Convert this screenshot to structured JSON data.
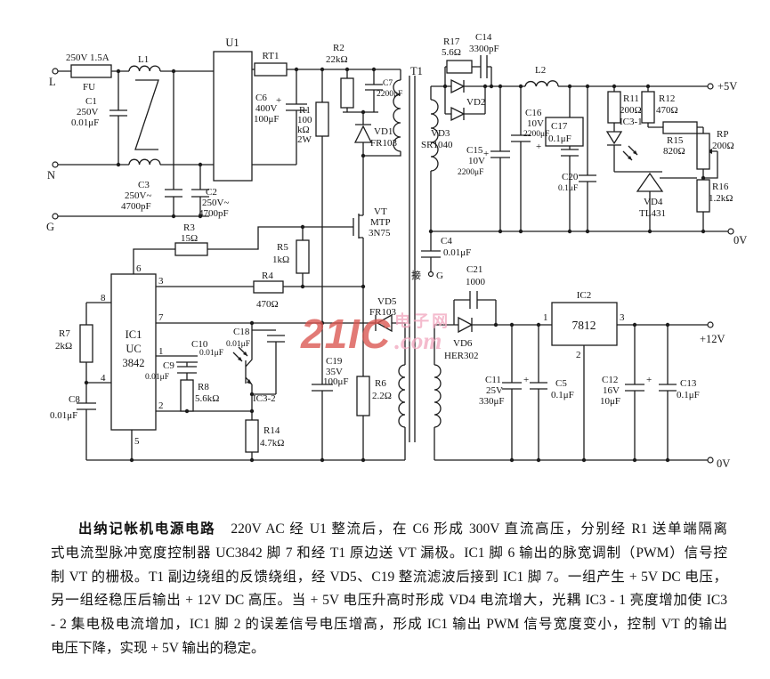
{
  "watermark": {
    "part1": "21IC",
    "part2": "电子网",
    "part3": ".com",
    "color_main": "#db5550",
    "color_side": "#f2a9c0"
  },
  "terminals": {
    "l": "L",
    "n": "N",
    "g": "G",
    "plus5": "+5V",
    "zero5": "0V",
    "plus12": "+12V",
    "zero12": "0V",
    "jie": "接",
    "jie_g": "G"
  },
  "sch": {
    "plus": "+",
    "fuse": {
      "rating": "250V 1.5A",
      "ref": "FU"
    },
    "l1": {
      "ref": "L1"
    },
    "c1": {
      "ref": "C1",
      "l1": "250V",
      "l2": "0.01μF"
    },
    "c3": {
      "ref": "C3",
      "l1": "250V~",
      "l2": "4700pF"
    },
    "c2": {
      "ref": "C2",
      "l1": "250V~",
      "l2": "4700pF"
    },
    "u1": {
      "ref": "U1"
    },
    "rt1": {
      "ref": "RT1"
    },
    "c6": {
      "ref": "C6",
      "l1": "400V",
      "l2": "100μF"
    },
    "r1": {
      "ref": "R1",
      "l1": "100",
      "l2": "kΩ",
      "l3": "2W"
    },
    "r2": {
      "ref": "R2",
      "val": "22kΩ"
    },
    "c7": {
      "ref": "C7",
      "val": "2200μF"
    },
    "vd1": {
      "ref": "VD1",
      "val": "FR103"
    },
    "t1": {
      "ref": "T1"
    },
    "vt": {
      "ref": "VT",
      "l1": "MTP",
      "l2": "3N75"
    },
    "r3": {
      "ref": "R3",
      "val": "15Ω"
    },
    "r5": {
      "ref": "R5",
      "val": "1kΩ"
    },
    "r4": {
      "ref": "R4",
      "val": "470Ω"
    },
    "ic1": {
      "ref": "IC1",
      "l1": "UC",
      "l2": "3842",
      "p6": "6",
      "p3": "3",
      "p8": "8",
      "p7": "7",
      "p1": "1",
      "p4": "4",
      "p2": "2",
      "p5": "5"
    },
    "r7": {
      "ref": "R7",
      "val": "2kΩ"
    },
    "c8": {
      "ref": "C8",
      "val": "0.01μF"
    },
    "c10": {
      "ref": "C10",
      "val": "0.01μF"
    },
    "c9": {
      "ref": "C9",
      "val": "0.01μF"
    },
    "r8": {
      "ref": "R8",
      "val": "5.6kΩ"
    },
    "c18": {
      "ref": "C18",
      "val": "0.01μF"
    },
    "ic32": {
      "ref": "IC3-2"
    },
    "r14": {
      "ref": "R14",
      "val": "4.7kΩ"
    },
    "vd5": {
      "ref": "VD5",
      "val": "FR103"
    },
    "c19": {
      "ref": "C19",
      "l1": "35V",
      "l2": "100μF"
    },
    "r6": {
      "ref": "R6",
      "val": "2.2Ω"
    },
    "c4": {
      "ref": "C4",
      "val": "0.01μF"
    },
    "r17": {
      "ref": "R17",
      "val": "5.6Ω"
    },
    "c14": {
      "ref": "C14",
      "val": "3300pF"
    },
    "vd2": {
      "ref": "VD2"
    },
    "vd3": {
      "ref": "VD3",
      "val": "SR1040"
    },
    "c16": {
      "ref": "C16",
      "l1": "10V",
      "l2": "2200μF"
    },
    "c15": {
      "ref": "C15",
      "l1": "10V",
      "l2": "2200μF"
    },
    "l2": {
      "ref": "L2"
    },
    "c17": {
      "ref": "C17",
      "val": "0.1μF"
    },
    "c20": {
      "ref": "C20",
      "val": "0.1μF"
    },
    "r11": {
      "ref": "R11",
      "val": "200Ω",
      "opto": "IC3-1"
    },
    "r12": {
      "ref": "R12",
      "val": "470Ω"
    },
    "r15": {
      "ref": "R15",
      "val": "820Ω"
    },
    "rp": {
      "ref": "RP",
      "val": "200Ω"
    },
    "vd4": {
      "ref": "VD4",
      "val": "TL431"
    },
    "r16": {
      "ref": "R16",
      "val": "1.2kΩ"
    },
    "c21": {
      "ref": "C21",
      "val": "1000"
    },
    "vd6": {
      "ref": "VD6",
      "val": "HER302"
    },
    "ic2": {
      "ref": "IC2",
      "part": "7812",
      "p1": "1",
      "p2": "2",
      "p3": "3"
    },
    "c11": {
      "ref": "C11",
      "l1": "25V",
      "l2": "330μF"
    },
    "c5": {
      "ref": "C5",
      "val": "0.1μF"
    },
    "c12": {
      "ref": "C12",
      "l1": "16V",
      "l2": "10μF"
    },
    "c13": {
      "ref": "C13",
      "val": "0.1μF"
    }
  },
  "description": {
    "heading": "出纳记帐机电源电路",
    "lines": [
      "　220V AC 经 U1 整流后，在 C6 形成 300V 直流高压，分别经 R1 送单端隔离",
      "式电流型脉冲宽度控制器 UC3842 脚 7 和经 T1 原边送 VT 漏极。IC1 脚 6 输出的脉宽调制（PWM）信号控",
      "制 VT 的栅极。T1 副边绕组的反馈绕组，经 VD5、C19 整流滤波后接到 IC1 脚 7。一组产生 + 5V DC 电压，",
      "另一组经稳压后输出 + 12V DC 高压。当 + 5V 电压升高时形成 VD4 电流增大，光耦 IC3 - 1 亮度增加使 IC3",
      "- 2 集电极电流增加，IC1 脚 2 的误差信号电压增高，形成 IC1 输出 PWM 信号宽度变小，控制 VT 的输出",
      "电压下降，实现 + 5V 输出的稳定。"
    ]
  }
}
